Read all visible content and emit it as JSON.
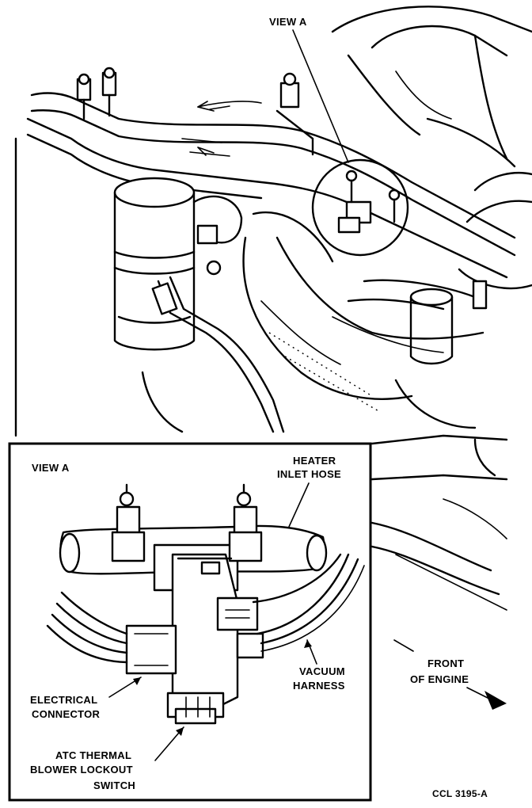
{
  "labels": {
    "view_a_main": "VIEW A",
    "view_a_inset": "VIEW A",
    "heater_inlet_hose": [
      "HEATER",
      "INLET HOSE"
    ],
    "front_of_engine": [
      "FRONT",
      "OF ENGINE"
    ],
    "vacuum_harness": [
      "VACUUM",
      "HARNESS"
    ],
    "electrical_connector": [
      "ELECTRICAL",
      "CONNECTOR"
    ],
    "atc_switch": [
      "ATC THERMAL",
      "BLOWER LOCKOUT",
      "SWITCH"
    ],
    "figure_code": "CCL 3195-A"
  }
}
